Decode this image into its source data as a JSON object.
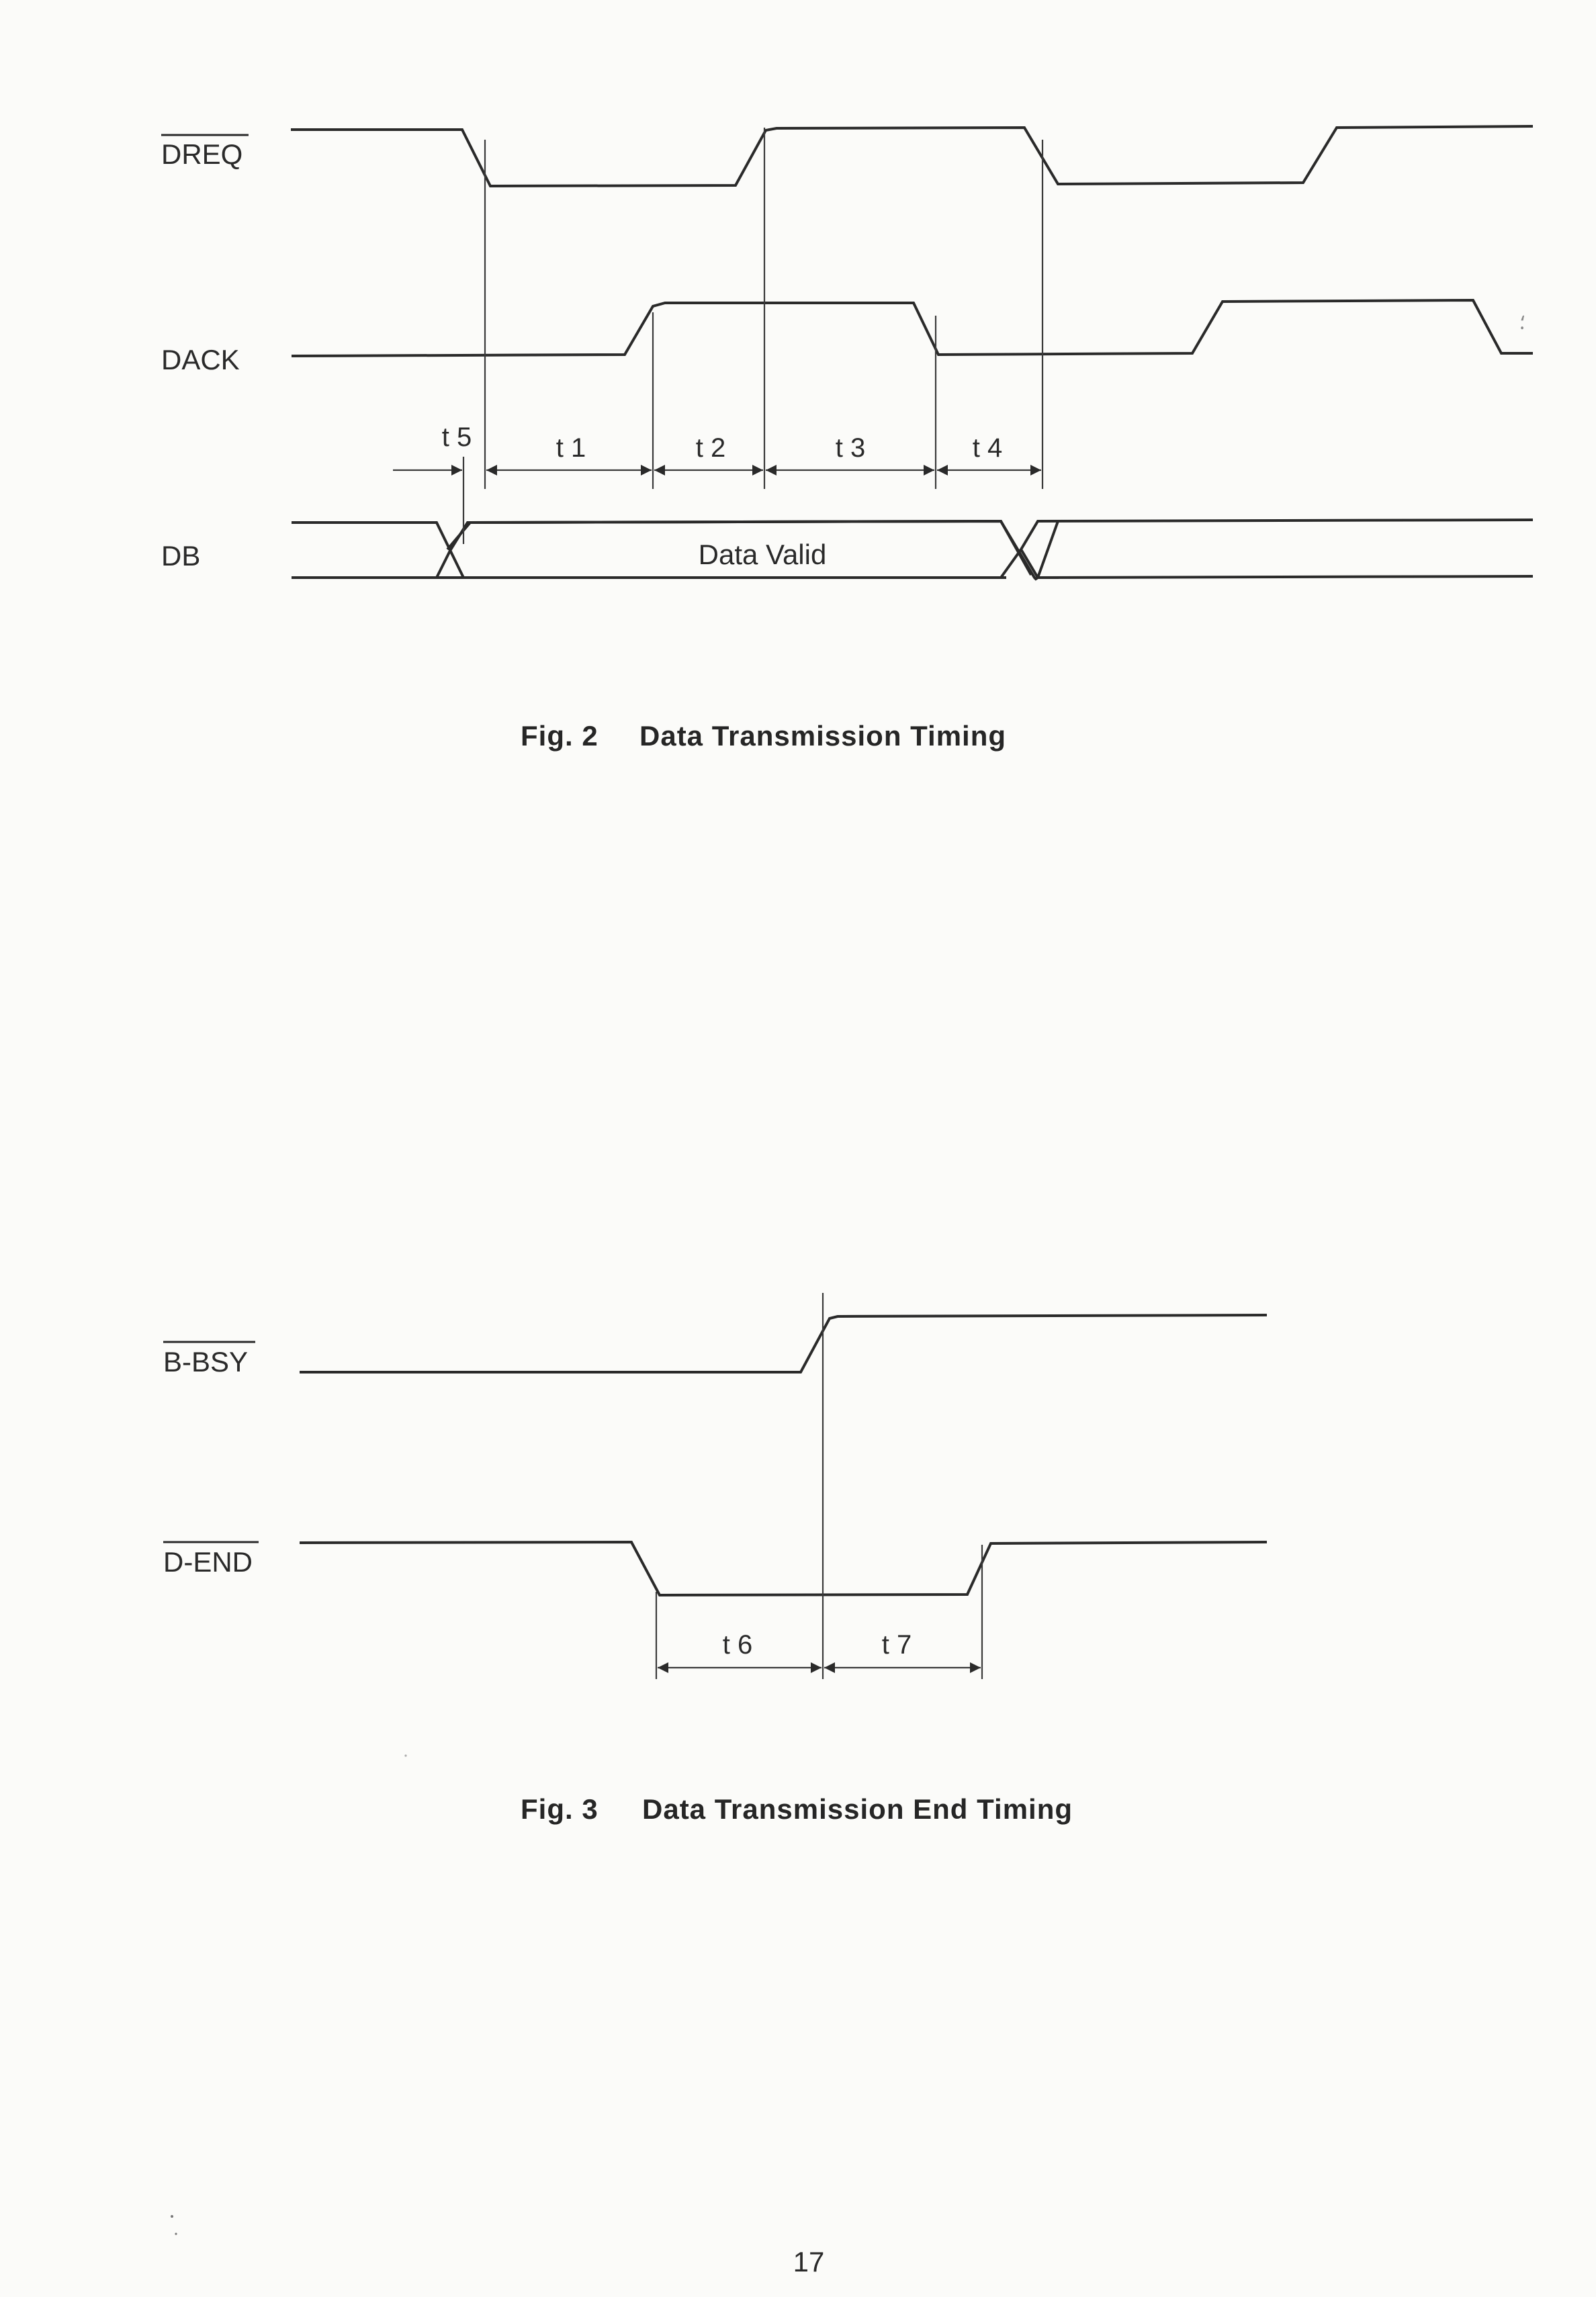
{
  "figure2": {
    "signals": {
      "dreq": "DREQ",
      "dack": "DACK",
      "db": "DB"
    },
    "timings": {
      "t1": "t 1",
      "t2": "t 2",
      "t3": "t 3",
      "t4": "t 4",
      "t5": "t 5"
    },
    "data_valid": "Data Valid",
    "caption_number": "Fig. 2",
    "caption_title": "Data Transmission Timing"
  },
  "figure3": {
    "signals": {
      "bbsy": "B-BSY",
      "dend": "D-END"
    },
    "timings": {
      "t6": "t 6",
      "t7": "t 7"
    },
    "caption_number": "Fig. 3",
    "caption_title": "Data Transmission End Timing"
  },
  "page_number": "17"
}
